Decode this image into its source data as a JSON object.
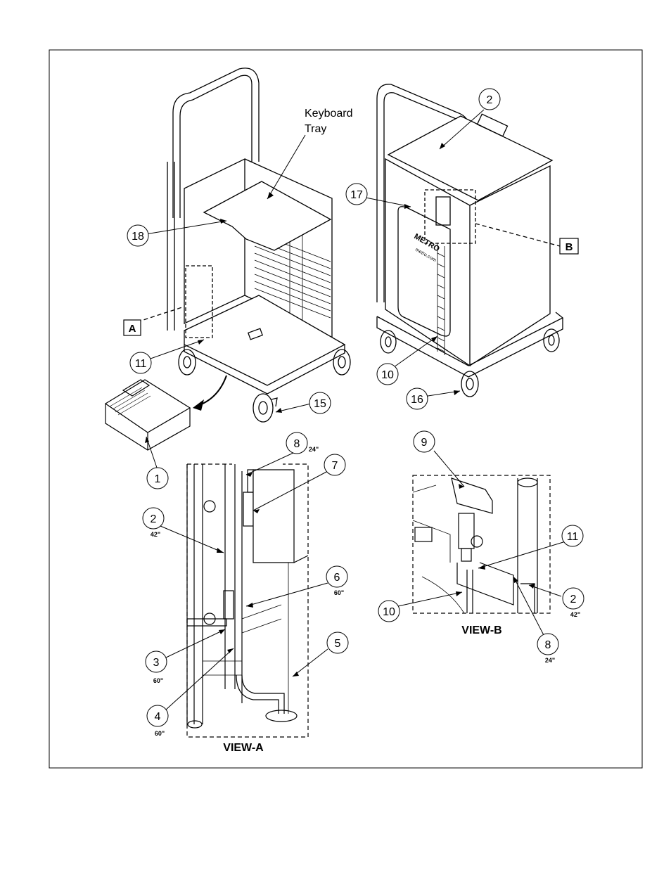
{
  "figure": {
    "keyboard_tray_label_line1": "Keyboard",
    "keyboard_tray_label_line2": "Tray",
    "view_a_title": "VIEW-A",
    "view_b_title": "VIEW-B",
    "view_a_letter": "A",
    "view_b_letter": "B",
    "brand_text": "METRO",
    "brand_url": "metro.com"
  },
  "callouts": {
    "c1": {
      "num": "1"
    },
    "c2_top": {
      "num": "2"
    },
    "c2_va": {
      "num": "2",
      "len": "42\""
    },
    "c2_vb": {
      "num": "2",
      "len": "42\""
    },
    "c3": {
      "num": "3",
      "len": "60\""
    },
    "c4": {
      "num": "4",
      "len": "60\""
    },
    "c5": {
      "num": "5"
    },
    "c6": {
      "num": "6",
      "len": "60\""
    },
    "c7": {
      "num": "7"
    },
    "c8_va": {
      "num": "8",
      "len": "24\""
    },
    "c8_vb": {
      "num": "8",
      "len": "24\""
    },
    "c9": {
      "num": "9"
    },
    "c10_top": {
      "num": "10"
    },
    "c10_vb": {
      "num": "10"
    },
    "c11_top": {
      "num": "11"
    },
    "c11_vb": {
      "num": "11"
    },
    "c15": {
      "num": "15"
    },
    "c16": {
      "num": "16"
    },
    "c17": {
      "num": "17"
    },
    "c18": {
      "num": "18"
    }
  }
}
